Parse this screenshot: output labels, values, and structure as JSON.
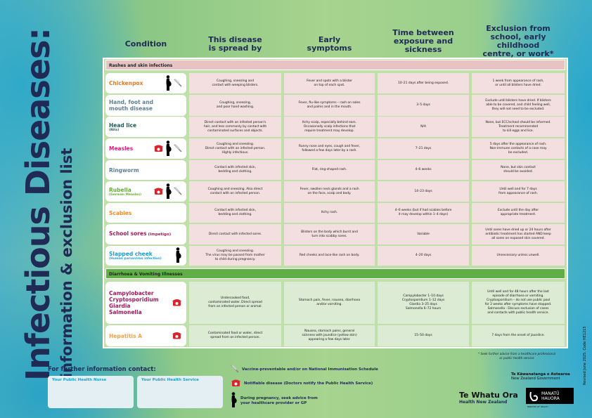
{
  "title": {
    "main": "Infectious Diseases:",
    "sub": "information & exclusion list"
  },
  "columns": [
    "Condition",
    "This disease\nis spread by",
    "Early\nsymptoms",
    "Time between\nexposure and\nsickness",
    "Exclusion from\nschool, early childhood\ncentre, or work*"
  ],
  "sections": [
    {
      "label": "Rashes and skin infections",
      "rows": [
        {
          "name": "Chickenpox",
          "subname": "",
          "color": "#e87722",
          "icons": [
            "pregnant-icon",
            "syringe-icon"
          ],
          "spread": "Coughing, sneezing and\ncontact with weeping blisters.",
          "symptoms": "Fever and spots with a blister\non top of each spot.",
          "time": "10–21 days after being exposed.",
          "exclusion": "1 week from appearance of rash,\nor until all blisters have dried."
        },
        {
          "name": "Hand, foot and\nmouth disease",
          "subname": "",
          "color": "#5f7f92",
          "icons": [],
          "spread": "Coughing, sneezing,\nand poor hand washing.",
          "symptoms": "Fever, flu-like symptoms – rash on soles\nand palms and in the mouth.",
          "time": "3–5 days",
          "exclusion": "Exclude until blisters have dried. If blisters\nable to be covered, and child feeling well,\nthey will not need to be excluded."
        },
        {
          "name": "Head lice",
          "subname": "(Nits)",
          "color": "#1d5a5c",
          "icons": [],
          "spread": "Direct contact with an infested person's\nhair, and less commonly by contact with\ncontaminated surfaces and objects.",
          "symptoms": "Itchy scalp, especially behind ears.\nOccasionally scalp infections that\nrequire treatment may develop.",
          "time": "N/A",
          "exclusion": "None, but ECC/school should be informed.\nTreatment recommended\nto kill eggs and lice."
        },
        {
          "name": "Measles",
          "subname": "",
          "color": "#e0197d",
          "icons": [
            "phone-icon",
            "pregnant-icon",
            "syringe-icon"
          ],
          "spread": "Coughing and sneezing.\nDirect contact with an infected person.\nHighly infectious.",
          "symptoms": "Runny nose and eyes, cough and fever,\nfollowed a few days later by a rash.",
          "time": "7–21 days",
          "exclusion": "5 days after the appearance of rash.\nNon-immune contacts of a case may\nbe excluded."
        },
        {
          "name": "Ringworm",
          "subname": "",
          "color": "#5f7f92",
          "icons": [],
          "spread": "Contact with infected skin,\nbedding and clothing.",
          "symptoms": "Flat, ring-shaped rash.",
          "time": "4–6 weeks",
          "exclusion": "None, but skin contact\nshould be avoided."
        },
        {
          "name": "Rubella",
          "subname": "(German Measles)",
          "color": "#6aaa3a",
          "icons": [
            "phone-icon",
            "pregnant-icon",
            "syringe-icon"
          ],
          "spread": "Coughing and sneezing. Also direct\ncontact with an infected person.",
          "symptoms": "Fever, swollen neck glands and a rash\non the face, scalp and body.",
          "time": "14–23 days",
          "exclusion": "Until well and for 7 days\nfrom appearance of rash."
        },
        {
          "name": "Scabies",
          "subname": "",
          "color": "#f08a24",
          "icons": [],
          "spread": "Contact with infected skin,\nbedding and clothing.",
          "symptoms": "Itchy rash.",
          "time": "4–6 weeks (but if had scabies before\nit may develop within 1–4 days)",
          "exclusion": "Exclude until the day after\nappropriate treatment."
        },
        {
          "name": "School sores",
          "subname": "(Impetigo)",
          "inline": true,
          "color": "#a3195b",
          "icons": [],
          "spread": "Direct contact with infected sores.",
          "symptoms": "Blisters on the body which burst and\nturn into scabby sores.",
          "time": "Variable",
          "exclusion": "Until sores have dried up or 24 hours after\nantibiotic treatment has started AND keep\nall sores on exposed skin covered."
        },
        {
          "name": "Slapped cheek",
          "subname": "(Human parvovirus infection)",
          "color": "#1a9fd0",
          "icons": [
            "pregnant-icon"
          ],
          "spread": "Coughing and sneezing.\nThe virus may be passed from mother\nto child during pregnancy.",
          "symptoms": "Red cheeks and lace-like rash on body.",
          "time": "4–20 days",
          "exclusion": "Unnecessary unless unwell."
        }
      ]
    },
    {
      "label": "Diarrhoea & Vomiting Illnesses",
      "rows": [
        {
          "name": "Campylobacter\nCryptosporidium\nGiardia\nSalmonella",
          "subname": "",
          "color": "#a3195b",
          "icons": [
            "phone-icon"
          ],
          "spread": "Undercooked food,\ncontaminated water. Direct spread\nfrom an infected person or animal.",
          "symptoms": "Stomach pain, fever, nausea, diarrhoea\nand/or vomiting.",
          "time": "Campylobacter 1–10 days\nCryptosporidium 1–12 days\nGiardia 3–25 days\nSalmonella 6–72 hours",
          "exclusion": "Until well and for 48 hours after the last\nepisode of diarrhoea or vomiting.\nCryptosporidium – do not use public pool\nfor 2 weeks after symptoms have stopped.\nSalmonella - Discuss exclusion of cases\nand contacts with public health service."
        },
        {
          "name": "Hepatitis A",
          "subname": "",
          "color": "#f3a24a",
          "icons": [
            "phone-icon"
          ],
          "spread": "Contaminated food or water, direct\nspread from an infected person.",
          "symptoms": "Nausea, stomach pains, general\nsickness with jaundice (yellow skin)\nappearing a few days later.",
          "time": "15–50 days",
          "exclusion": "7 days from the onset of jaundice."
        }
      ]
    }
  ],
  "colors": {
    "rash_section": "#e8c3c3",
    "rash_cell": "#f3dfe0",
    "dv_section": "#5fae46",
    "dv_cell": "#dcebd3",
    "navy": "#1f2a55"
  },
  "footnote": "* Seek further advice from a healthcare professional\nor public health service",
  "revised": "Revised June 2025. Code HE1215",
  "contact": {
    "title": "For further information contact:",
    "nurse": "Your Public Health Nurse",
    "service": "Your Public Health Service"
  },
  "legend": [
    {
      "icon": "syringe-icon",
      "text": "Vaccine-preventable and/or on National Immunisation Schedule"
    },
    {
      "icon": "phone-icon",
      "text": "Notifiable disease (Doctors notify the Public Health Service)"
    },
    {
      "icon": "pregnant-icon",
      "text": "During pregnancy, seek advice from\nyour healthcare provider or GP"
    }
  ],
  "logos": {
    "whatu_ora": "Te Whatu Ora",
    "whatu_ora_sub": "Health New Zealand",
    "govt": "Te Kāwanatanga o Aotearoa",
    "govt_sub": "New Zealand Government",
    "manatu": "MANATŪ\nHAUORA",
    "manatu_sub": "MINISTRY OF HEALTH"
  }
}
